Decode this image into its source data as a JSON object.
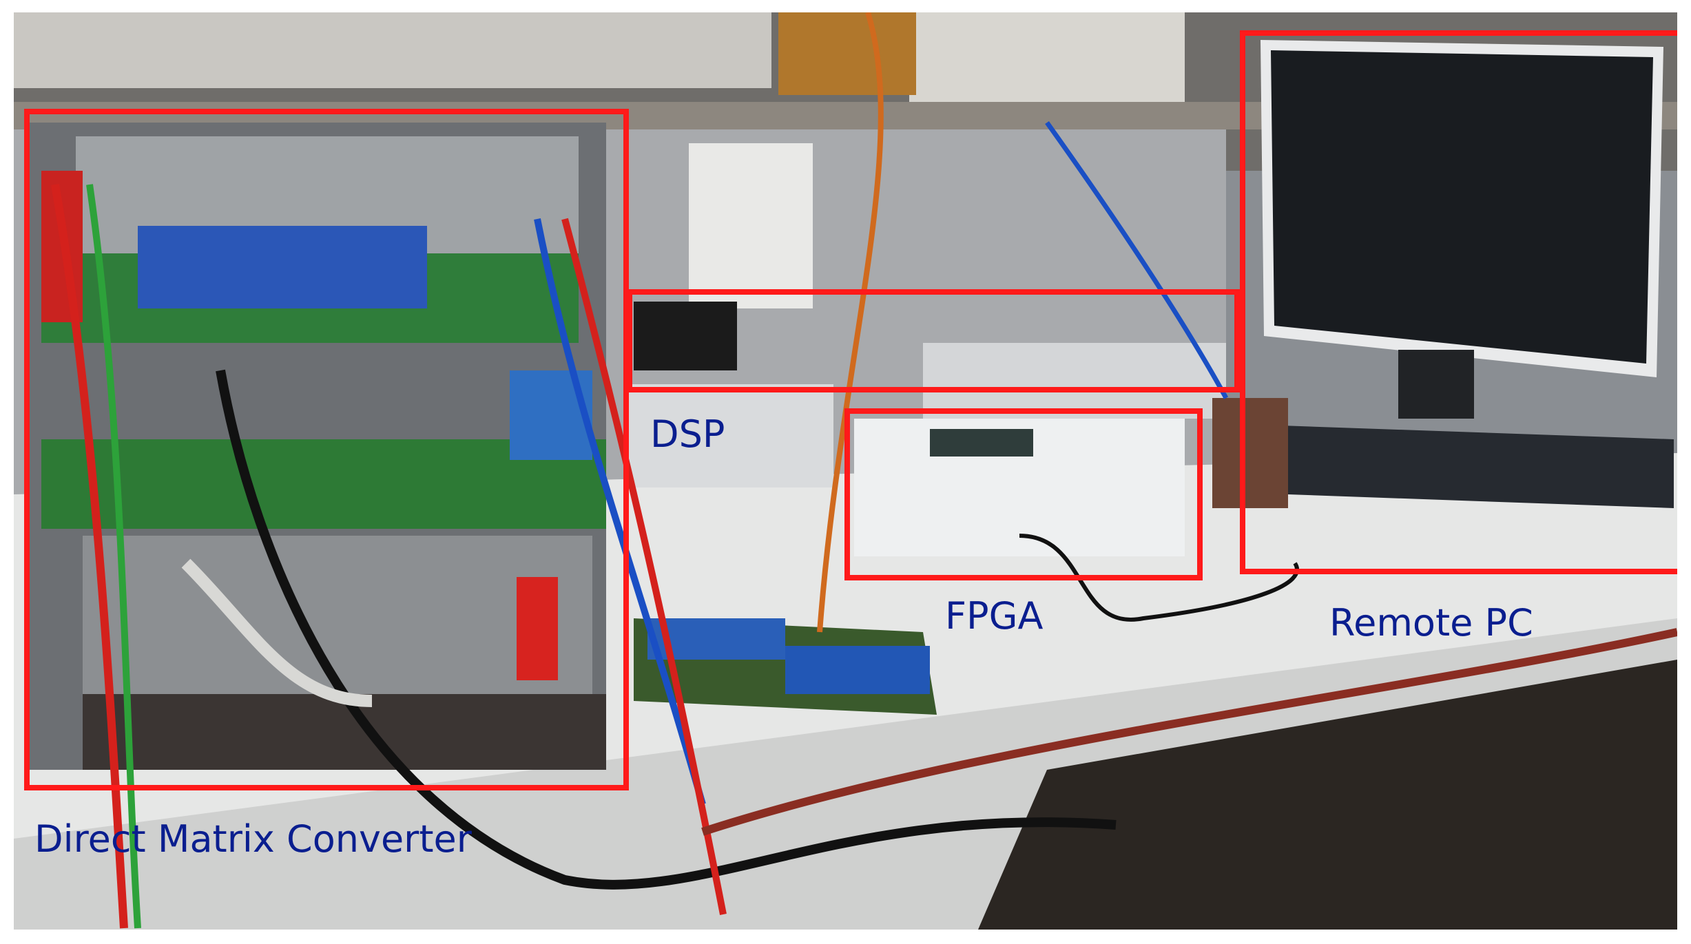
{
  "labels": {
    "direct_matrix_converter": "Direct Matrix Converter",
    "dsp": "DSP",
    "fpga": "FPGA",
    "remote_pc": "Remote PC"
  },
  "colors": {
    "box_outline": "#ff1a1a",
    "label_text": "#0a1e8f"
  }
}
